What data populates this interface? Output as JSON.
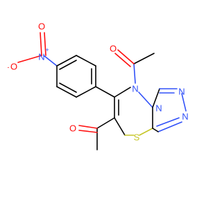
{
  "atoms": {
    "o_nitro_1": {
      "symbol": "O",
      "charge": "-"
    },
    "n_nitro": {
      "symbol": "N",
      "charge": "+"
    },
    "o_nitro_2": {
      "symbol": "O"
    },
    "o_acetyl_n": {
      "symbol": "O"
    },
    "o_acetyl_c": {
      "symbol": "O"
    },
    "n_ring": {
      "symbol": "N"
    },
    "n_bridge": {
      "symbol": "N"
    },
    "n_triazole_a": {
      "symbol": "N"
    },
    "n_triazole_b": {
      "symbol": "N"
    },
    "s_ring": {
      "symbol": "S"
    }
  },
  "colors": {
    "carbon_bond": "#000000",
    "oxygen": "#ff0d0d",
    "nitrogen": "#3050f8",
    "sulfur": "#c6c628"
  }
}
